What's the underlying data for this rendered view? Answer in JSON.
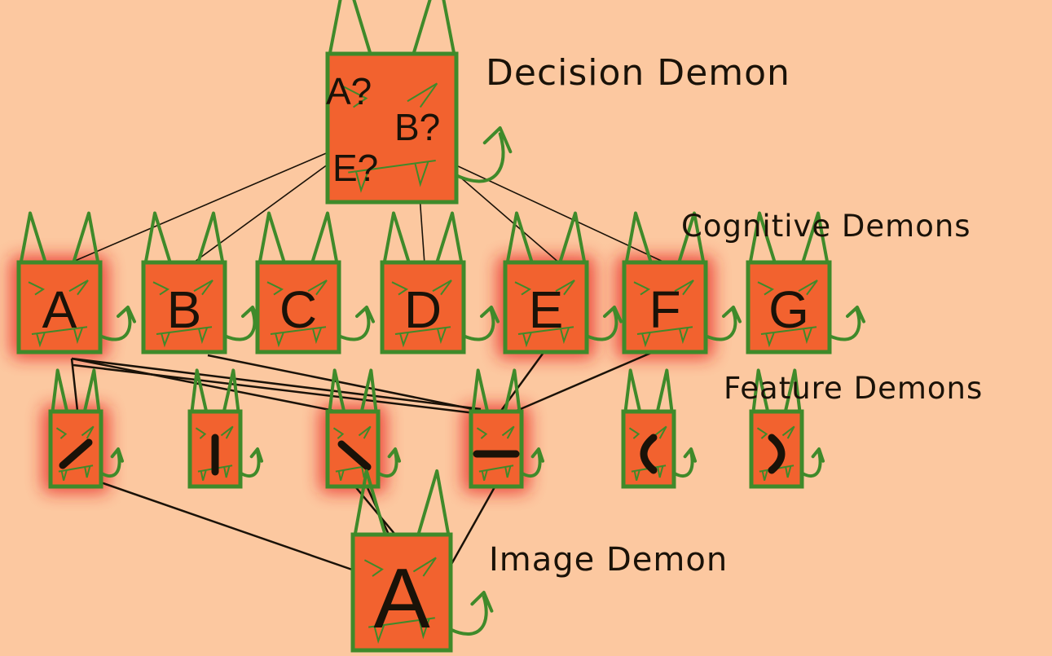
{
  "labels": {
    "decision": "Decision Demon",
    "cognitive": "Cognitive Demons",
    "feature": "Feature Demons",
    "image": "Image Demon"
  },
  "decision_demon": {
    "questions": [
      "A?",
      "B?",
      "E?"
    ]
  },
  "cognitive_demons": [
    {
      "letter": "A",
      "active": true
    },
    {
      "letter": "B",
      "active": false
    },
    {
      "letter": "C",
      "active": false
    },
    {
      "letter": "D",
      "active": false
    },
    {
      "letter": "E",
      "active": true
    },
    {
      "letter": "F",
      "active": true
    },
    {
      "letter": "G",
      "active": false
    }
  ],
  "feature_demons": [
    {
      "feature": "slash",
      "glyph": "/",
      "active": true
    },
    {
      "feature": "vertical",
      "glyph": "|",
      "active": false
    },
    {
      "feature": "backslash",
      "glyph": "\\",
      "active": true
    },
    {
      "feature": "horizontal",
      "glyph": "—",
      "active": true
    },
    {
      "feature": "open-paren",
      "glyph": "(",
      "active": false
    },
    {
      "feature": "close-paren",
      "glyph": ")",
      "active": false
    }
  ],
  "image_demon": {
    "letter": "A"
  },
  "colors": {
    "background": "#fcc8a0",
    "demon_fill": "#f2622f",
    "demon_outline": "#3f8a2a",
    "glow": "#e8201a",
    "connector": "#1a1208"
  }
}
